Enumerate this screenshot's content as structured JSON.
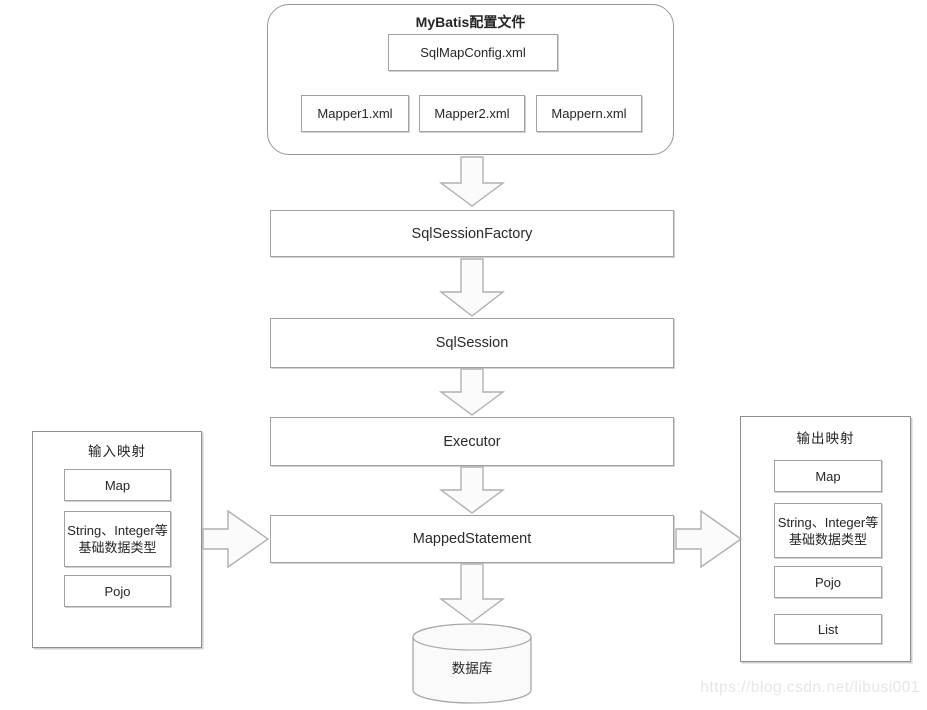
{
  "config": {
    "title": "MyBatis配置文件",
    "main_file": "SqlMapConfig.xml",
    "mappers": [
      "Mapper1.xml",
      "Mapper2.xml",
      "Mappern.xml"
    ]
  },
  "flow": {
    "boxes": [
      "SqlSessionFactory",
      "SqlSession",
      "Executor",
      "MappedStatement"
    ]
  },
  "database_label": "数据库",
  "input_panel": {
    "title": "输入映射",
    "items": [
      "Map",
      "String、Integer等基础数据类型",
      "Pojo"
    ]
  },
  "output_panel": {
    "title": "输出映射",
    "items": [
      "Map",
      "String、Integer等基础数据类型",
      "Pojo",
      "List"
    ]
  },
  "watermark": "https://blog.csdn.net/libusi001",
  "colors": {
    "box_border": "#a2a2a2",
    "panel_border": "#8f8f8f",
    "text": "#262626",
    "arrow_fill": "#fbfbfb",
    "arrow_stroke": "#b0b0b0",
    "watermark": "#e6e6ea",
    "background": "#ffffff"
  }
}
